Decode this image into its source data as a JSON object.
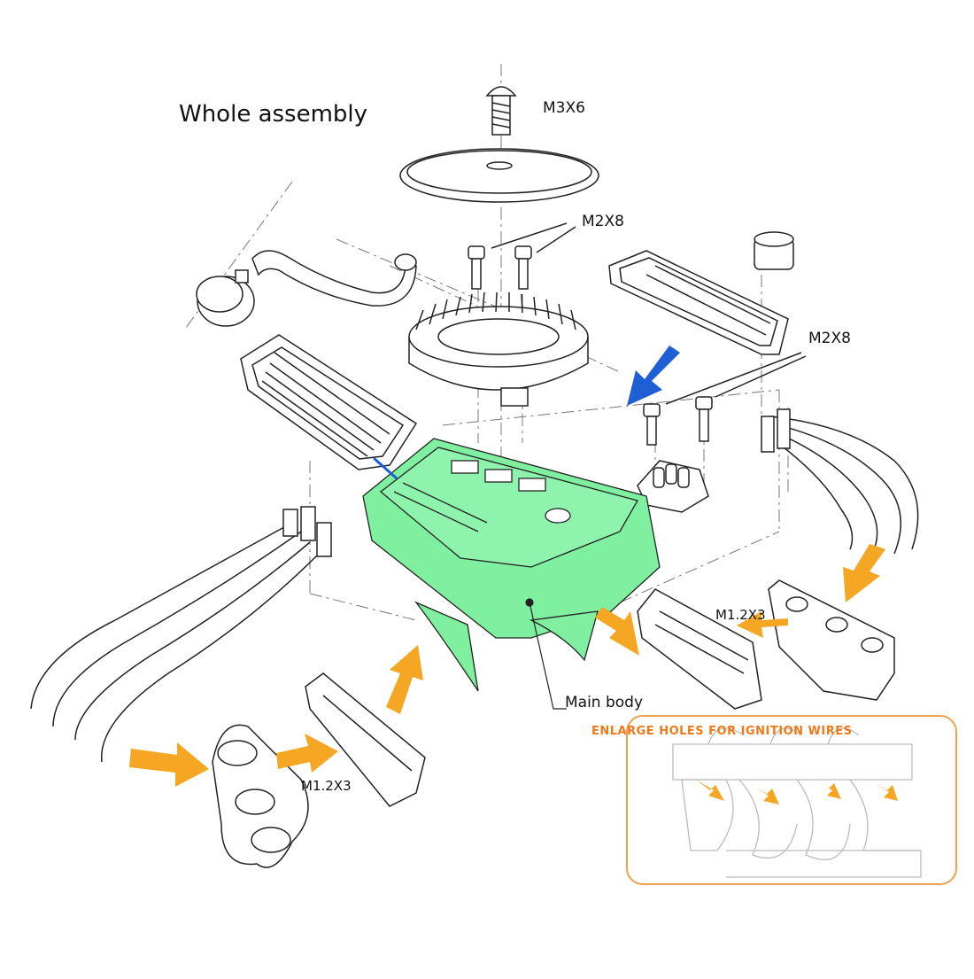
{
  "title": "Whole assembly",
  "labels": {
    "screw_m3x6": "M3X6",
    "screw_m2x8_top": "M2X8",
    "screw_m2x8_right": "M2X8",
    "screw_m12x3_right": "M1.2X3",
    "screw_m12x3_left": "M1.2X3",
    "main_body": "Main body"
  },
  "inset": {
    "caption": "ENLARGE HOLES FOR IGNITION WIRES"
  },
  "colors": {
    "line": "#222222",
    "main_body_fill": "#7ff0a0",
    "arrow_orange": "#f5a623",
    "arrow_blue": "#1f5fd6",
    "inset_border": "#f0a050",
    "inset_caption": "#f07a1a"
  }
}
